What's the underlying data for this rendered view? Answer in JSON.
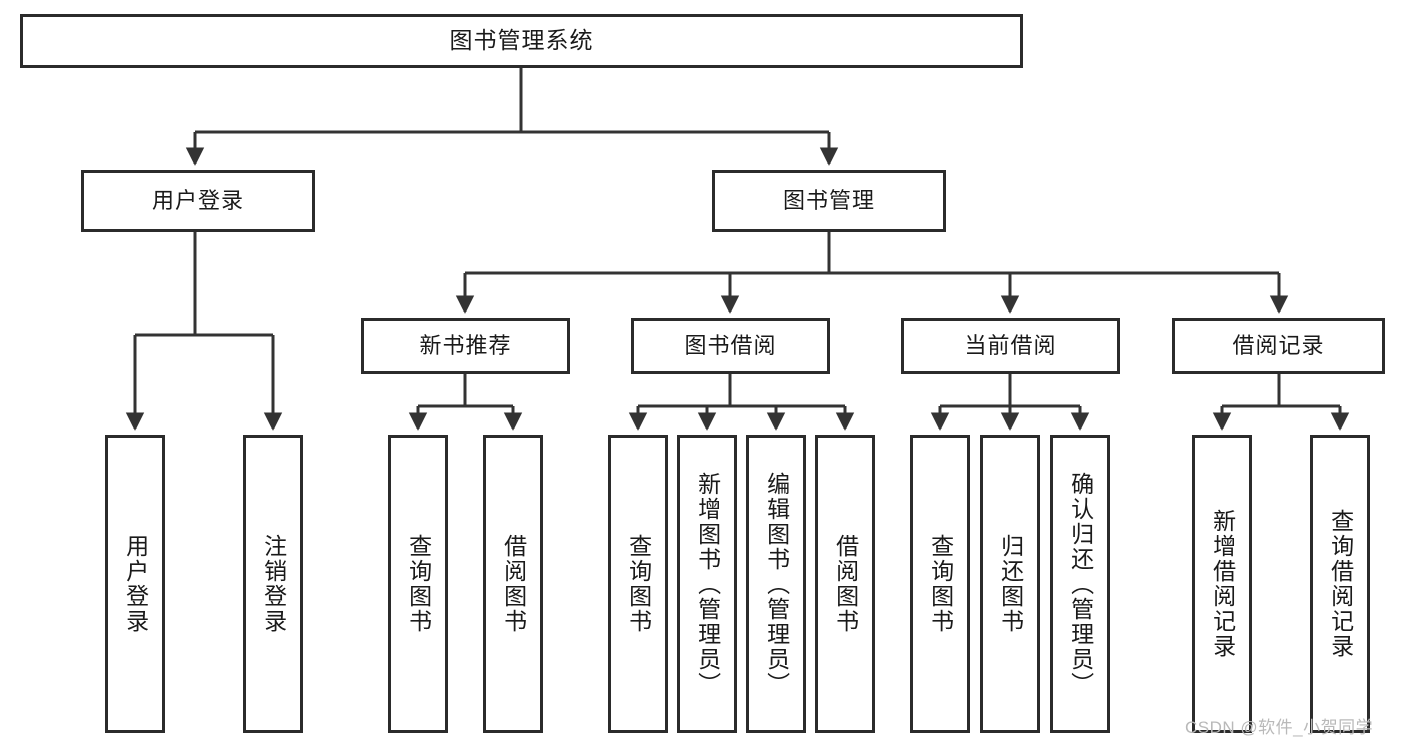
{
  "diagram": {
    "title": "图书管理系统",
    "type": "hierarchy-tree",
    "levels": 4,
    "colors": {
      "box_border": "#2b2b2b",
      "box_fill": "#ffffff",
      "connector": "#333333",
      "text": "#1a1a1a",
      "watermark": "#b9b9b9"
    },
    "root": {
      "label": "图书管理系统"
    },
    "level2": [
      {
        "label": "用户登录"
      },
      {
        "label": "图书管理"
      }
    ],
    "level3": [
      {
        "label": "新书推荐"
      },
      {
        "label": "图书借阅"
      },
      {
        "label": "当前借阅"
      },
      {
        "label": "借阅记录"
      }
    ],
    "leaves": {
      "user_login": [
        {
          "label": "用户登录"
        },
        {
          "label": "注销登录"
        }
      ],
      "new_book_recommend": [
        {
          "label": "查询图书"
        },
        {
          "label": "借阅图书"
        }
      ],
      "book_borrow": [
        {
          "label": "查询图书"
        },
        {
          "label": "新增图书（管理员）"
        },
        {
          "label": "编辑图书（管理员）"
        },
        {
          "label": "借阅图书"
        }
      ],
      "current_borrow": [
        {
          "label": "查询图书"
        },
        {
          "label": "归还图书"
        },
        {
          "label": "确认归还（管理员）"
        }
      ],
      "borrow_record": [
        {
          "label": "新增借阅记录"
        },
        {
          "label": "查询借阅记录"
        }
      ]
    }
  },
  "watermark": {
    "text": "CSDN @软件_小贺同学"
  }
}
